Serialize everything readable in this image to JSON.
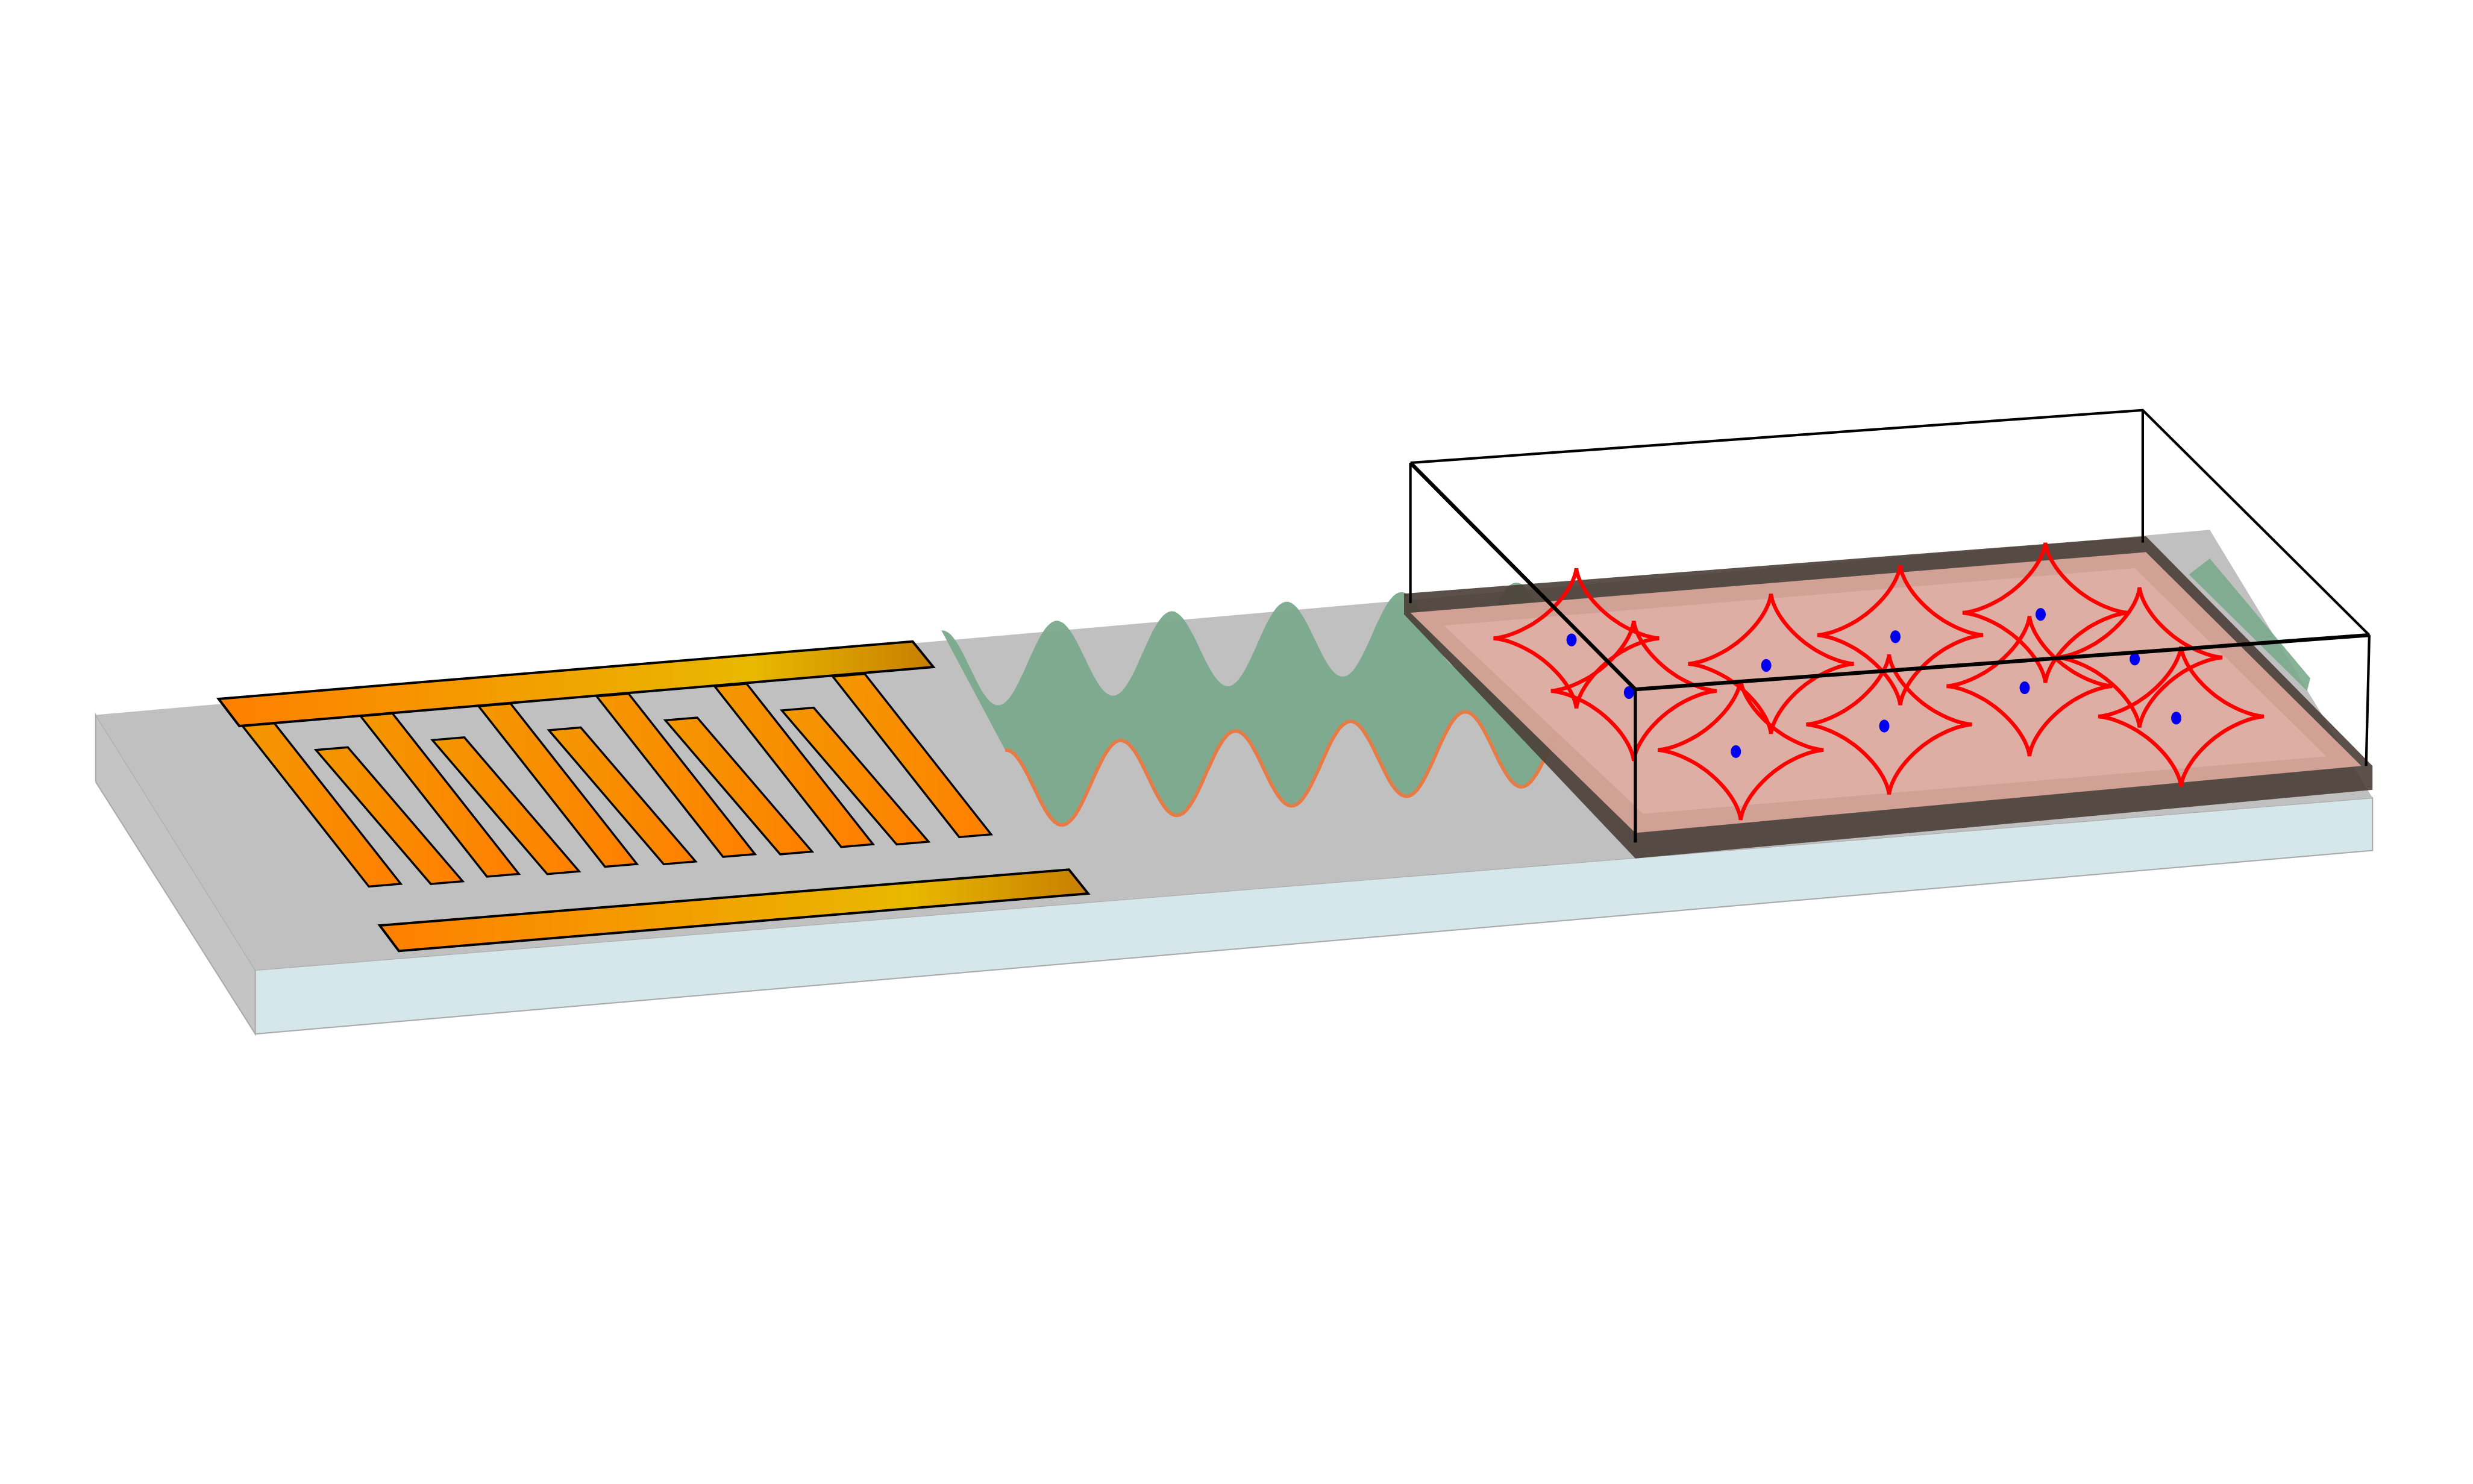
{
  "diagram": {
    "elements": [
      "substrate",
      "interdigital-transducer",
      "surface-acoustic-wave",
      "film-layer",
      "enclosure-box",
      "star-shaped-cells"
    ],
    "colors": {
      "substrate_top": "#c0c0c0",
      "substrate_side": "#d5e7ea",
      "electrode_start": "#ff7f00",
      "electrode_end": "#e6c200",
      "wave_fill": "#7aaa8c",
      "wave_edge": "#e87a45",
      "film": "#e8b0a3",
      "film_base": "#4a3e36",
      "star": "#ff0000",
      "dot": "#0000ee"
    }
  }
}
